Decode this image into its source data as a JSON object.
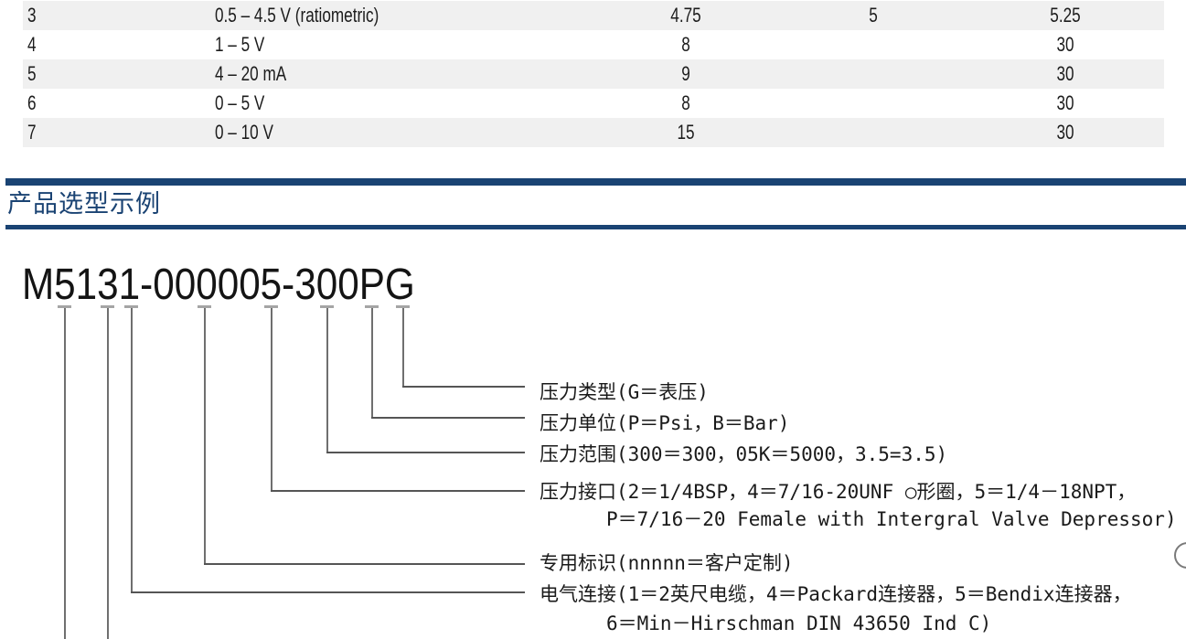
{
  "colors": {
    "navy": "#1a4373",
    "stripe": "#f0f0f0"
  },
  "table": {
    "rows": [
      {
        "cells": [
          "3",
          "0.5 – 4.5 V (ratiometric)",
          "4.75",
          "5",
          "5.25"
        ]
      },
      {
        "cells": [
          "4",
          "1 – 5 V",
          "8",
          "",
          "30"
        ]
      },
      {
        "cells": [
          "5",
          "4 – 20 mA",
          "9",
          "",
          "30"
        ]
      },
      {
        "cells": [
          "6",
          "0 – 5 V",
          "8",
          "",
          "30"
        ]
      },
      {
        "cells": [
          "7",
          "0 – 10 V",
          "15",
          "",
          "30"
        ]
      }
    ]
  },
  "section": {
    "title": "产品选型示例"
  },
  "part_number": {
    "value": "M5131-000005-300PG"
  },
  "callouts": {
    "pressure_type": "压力类型(G＝表压)",
    "pressure_unit": "压力单位(P＝Psi，B＝Bar)",
    "pressure_range": "压力范围(300＝300，05K＝5000，3.5=3.5)",
    "pressure_port_line1": "压力接口(2＝1/4BSP，4＝7/16-20UNF ○形圈，5＝1/4－18NPT，",
    "pressure_port_line2": "P＝7/16－20 Female with Intergral Valve Depressor)",
    "custom_id": "专用标识(nnnnn＝客户定制)",
    "electrical_line1": "电气连接(1＝2英尺电缆，4＝Packard连接器，5＝Bendix连接器，",
    "electrical_line2": "6＝Min－Hirschman DIN 43650 Ind C)"
  }
}
